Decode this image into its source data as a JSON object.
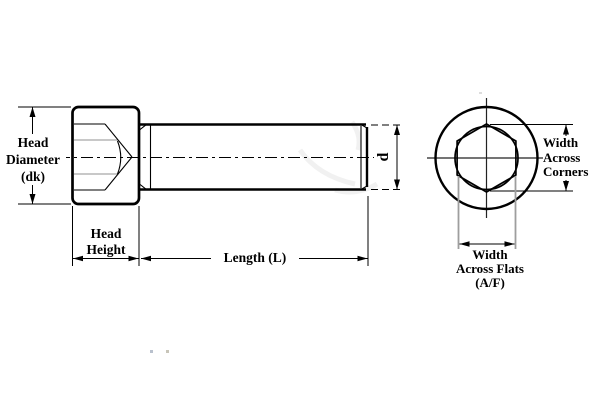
{
  "diagram": {
    "colors": {
      "line": "#000000",
      "text": "#000000",
      "extension_gray": "#9e9e9e",
      "background": "#ffffff"
    },
    "labels": {
      "head_diameter": {
        "lines": [
          "Head",
          "Diameter",
          "(dk)"
        ]
      },
      "head_height": {
        "lines": [
          "Head",
          "Height"
        ]
      },
      "length": {
        "text": "Length (L)"
      },
      "shank_diameter": {
        "text": "d"
      },
      "width_across_corners": {
        "lines": [
          "Width",
          "Across",
          "Corners"
        ]
      },
      "width_across_flats": {
        "lines": [
          "Width",
          "Across Flats",
          "(A/F)"
        ]
      }
    }
  }
}
